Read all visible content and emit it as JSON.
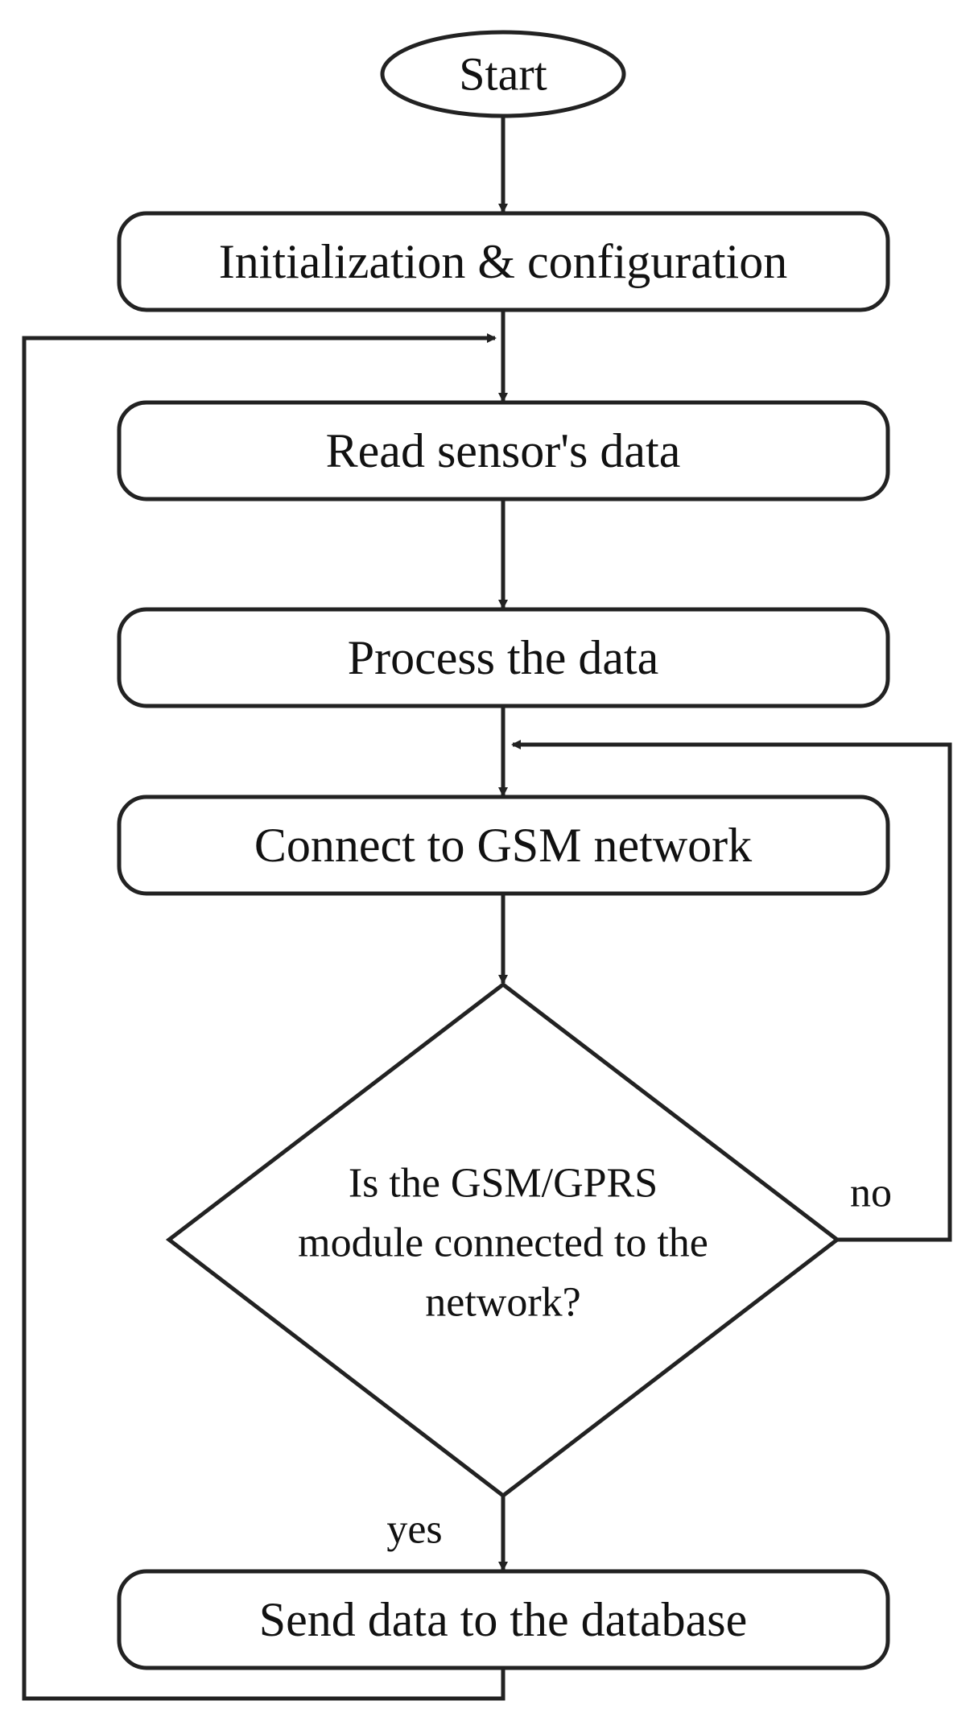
{
  "flowchart": {
    "start": "Start",
    "step_init": "Initialization & configuration",
    "step_read": "Read sensor's data",
    "step_process": "Process the data",
    "step_connect": "Connect to GSM network",
    "decision_lines": [
      "Is the GSM/GPRS",
      "module connected to the",
      "network?"
    ],
    "step_send": "Send data to the database",
    "label_no": "no",
    "label_yes": "yes"
  }
}
